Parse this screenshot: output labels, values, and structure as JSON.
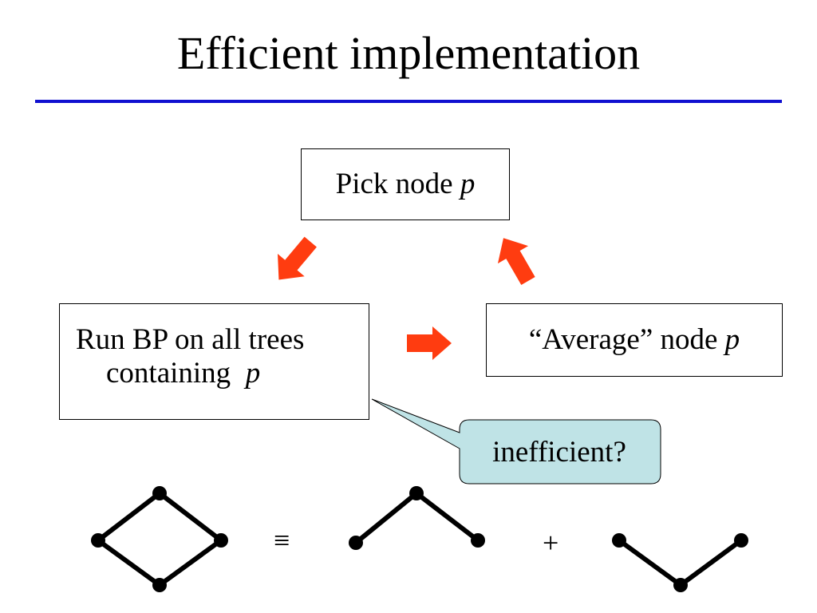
{
  "title": "Efficient implementation",
  "boxes": {
    "pick": {
      "text": "Pick node ",
      "var": "p"
    },
    "run": {
      "line1": "Run BP on all trees",
      "line2": "containing ",
      "var": "p"
    },
    "average": {
      "text": "“Average” node ",
      "var": "p"
    }
  },
  "callout": {
    "text": "inefficient?"
  },
  "operators": {
    "equiv": "≡",
    "plus": "+"
  },
  "colors": {
    "title_rule": "#1010d0",
    "arrow": "#ff3c10",
    "callout_fill": "#bfe3e6",
    "graph": "#000000"
  },
  "icons": [
    "arrow-down-left-icon",
    "arrow-right-icon",
    "arrow-up-left-icon",
    "graph-diamond-icon",
    "graph-caret-up-icon",
    "graph-caret-down-icon"
  ]
}
